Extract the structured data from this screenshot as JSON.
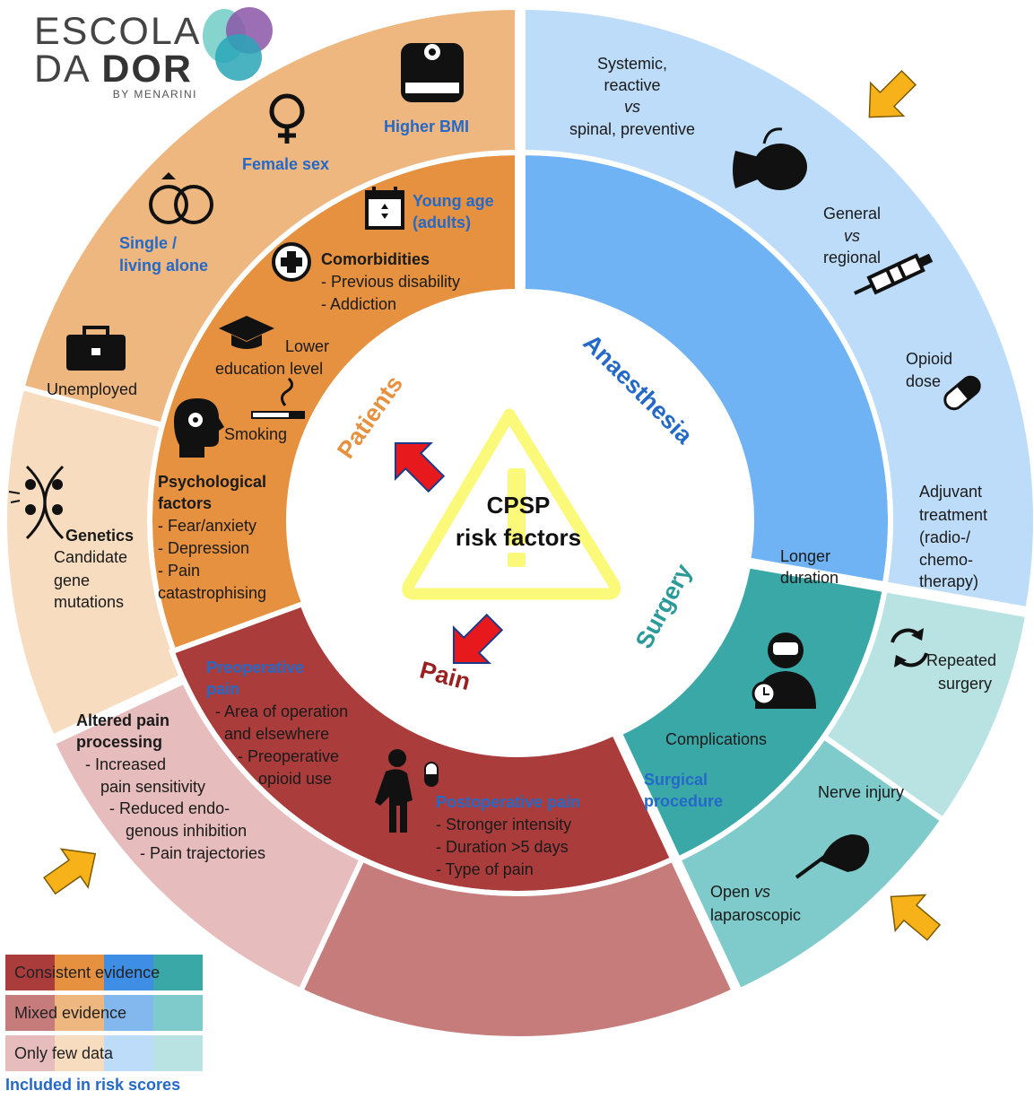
{
  "brand": {
    "line1": "ESCOLA",
    "line2a": "DA ",
    "line2b": "DOR",
    "sub": "BY MENARINI"
  },
  "center": {
    "line1": "CPSP",
    "line2": "risk factors"
  },
  "sections": {
    "patients": "Patients",
    "anaesthesia": "Anaesthesia",
    "surgery": "Surgery",
    "pain": "Pain"
  },
  "patients": {
    "bmi": "Higher BMI",
    "female": "Female sex",
    "single_1": "Single /",
    "single_2": "living alone",
    "unemployed": "Unemployed",
    "young_1": "Young age",
    "young_2": "(adults)",
    "comorb": "Comorbidities",
    "comorb_1": "- Previous disability",
    "comorb_2": "- Addiction",
    "edu_1": "Lower",
    "edu_2": "education level",
    "smoking": "Smoking",
    "psych_1": "Psychological",
    "psych_2": "factors",
    "psych_3": "- Fear/anxiety",
    "psych_4": "- Depression",
    "psych_5": "- Pain",
    "psych_6": "catastrophising",
    "genetics": "Genetics",
    "gen_1": "Candidate",
    "gen_2": "gene",
    "gen_3": "mutations"
  },
  "anaesthesia": {
    "sys_1": "Systemic,",
    "sys_2": "reactive",
    "sys_3": "vs",
    "sys_4": "spinal, preventive",
    "gen_1": "General",
    "gen_2": "vs",
    "gen_3": "regional",
    "op_1": "Opioid",
    "op_2": "dose"
  },
  "surgery": {
    "adj_1": "Adjuvant",
    "adj_2": "treatment",
    "adj_3": "(radio-/",
    "adj_4": "chemo-",
    "adj_5": "therapy)",
    "dur_1": "Longer",
    "dur_2": "duration",
    "rep_1": "Repeated",
    "rep_2": "surgery",
    "complications": "Complications",
    "proc_1": "Surgical",
    "proc_2": "procedure",
    "nerve": "Nerve injury",
    "open_1": "Open ",
    "open_vs": "vs",
    "open_2": "laparoscopic"
  },
  "pain": {
    "pre_1": "Preoperative",
    "pre_2": "pain",
    "pre_3": "- Area of operation",
    "pre_4": "and elsewhere",
    "pre_5": "- Preoperative",
    "pre_6": "opioid use",
    "post_1": "Postoperative pain",
    "post_2": "- Stronger intensity",
    "post_3": "- Duration >5 days",
    "post_4": "- Type of pain",
    "alt_1": "Altered pain",
    "alt_2": "processing",
    "alt_3": "- Increased",
    "alt_4": "pain sensitivity",
    "alt_5": "- Reduced endo-",
    "alt_6": "genous inhibition",
    "alt_7": "- Pain trajectories"
  },
  "legend": {
    "consistent": "Consistent evidence",
    "mixed": "Mixed evidence",
    "few": "Only few data",
    "included": "Included in risk scores"
  },
  "colors": {
    "patients_inner": "#e5913f",
    "patients_mid": "#eeb77f",
    "patients_few": "#f7dcc0",
    "anaes_inner": "#6fb3f5",
    "anaes_outer": "#bcdcfa",
    "surgery_inner": "#3ba8a8",
    "surgery_mid": "#7fcaca",
    "surgery_few": "#b9e2e2",
    "pain_inner": "#aa3c3c",
    "pain_mid": "#c77c7c",
    "pain_few": "#e6bcbc",
    "accent_blue": "#2469c8",
    "arrow_red": "#e8191d",
    "arrow_gold": "#f7b21a"
  }
}
